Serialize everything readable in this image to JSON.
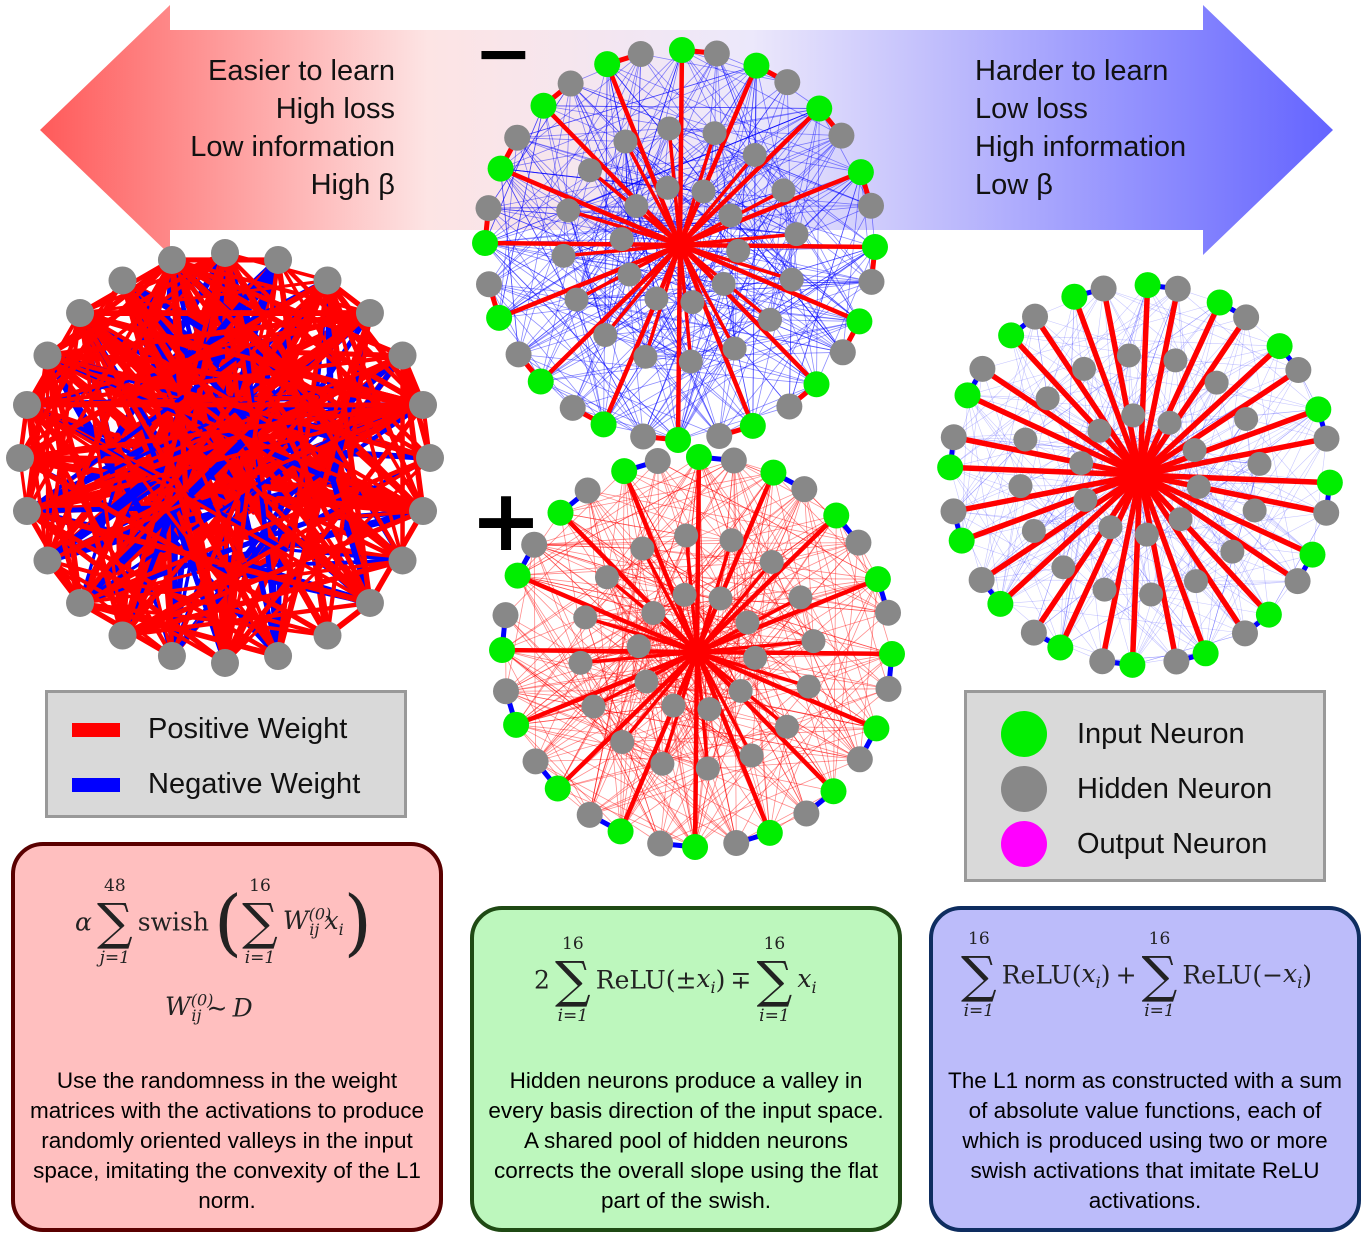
{
  "arrow": {
    "left_lines": [
      "Easier to learn",
      "High loss",
      "Low information",
      "High β"
    ],
    "right_lines": [
      "Harder to learn",
      "Low loss",
      "High information",
      "Low β"
    ],
    "left_color": "#ff5a5a",
    "right_color": "#6464ff",
    "minus": "−",
    "plus": "+"
  },
  "colors": {
    "positive": "#ff0000",
    "negative": "#0000ff",
    "input": "#00ee00",
    "hidden": "#888888",
    "output": "#ff00ff"
  },
  "weight_legend": {
    "items": [
      {
        "label": "Positive Weight",
        "color": "#ff0000"
      },
      {
        "label": "Negative Weight",
        "color": "#0000ff"
      }
    ]
  },
  "neuron_legend": {
    "items": [
      {
        "label": "Input Neuron",
        "color": "#00ee00"
      },
      {
        "label": "Hidden Neuron",
        "color": "#888888"
      },
      {
        "label": "Output Neuron",
        "color": "#ff00ff"
      }
    ]
  },
  "boxes": {
    "left": {
      "eq_alpha": "α",
      "eq_sum1_top": "48",
      "eq_sum1_bot": "j=1",
      "eq_swish": "swish",
      "eq_sum2_top": "16",
      "eq_sum2_bot": "i=1",
      "eq_w": "W",
      "eq_w_sup": "(0)",
      "eq_w_sub": "ij",
      "eq_x": "x",
      "eq_x_sub": "i",
      "eq2_rel": "∼",
      "eq2_d": "D",
      "text": "Use the randomness in the weight matrices with the activations to produce randomly oriented valleys in the input space, imitating the convexity of the L1 norm."
    },
    "mid": {
      "eq_coef": "2",
      "eq_sum_top": "16",
      "eq_sum_bot": "i=1",
      "eq_relu": "ReLU(±",
      "eq_close": ")",
      "eq_mp": "∓",
      "text": "Hidden neurons produce a valley in every basis direction of the input space. A shared pool of hidden neurons corrects the overall slope using the flat part of the swish."
    },
    "right": {
      "eq_sum_top": "16",
      "eq_sum_bot": "i=1",
      "eq_relu1": "ReLU(",
      "eq_plus": "+",
      "eq_relu2": "ReLU(−",
      "eq_close": ")",
      "text": "The L1 norm as constructed with a sum of absolute value functions, each of which is produced using two or more swish activations that imitate ReLU activations."
    }
  }
}
